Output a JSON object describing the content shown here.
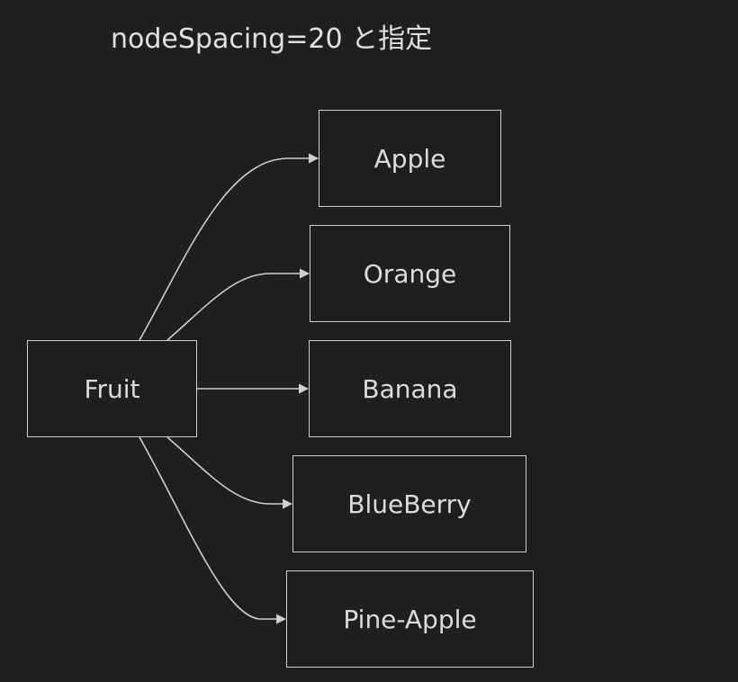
{
  "title": "nodeSpacing=20 と指定",
  "colors": {
    "background": "#1f1f1f",
    "stroke": "#cfcfcf",
    "text": "#dcdcdc"
  },
  "nodes": {
    "fruit": "Fruit",
    "apple": "Apple",
    "orange": "Orange",
    "banana": "Banana",
    "blueberry": "BlueBerry",
    "pineapple": "Pine-Apple"
  },
  "edges": [
    {
      "from": "Fruit",
      "to": "Apple"
    },
    {
      "from": "Fruit",
      "to": "Orange"
    },
    {
      "from": "Fruit",
      "to": "Banana"
    },
    {
      "from": "Fruit",
      "to": "BlueBerry"
    },
    {
      "from": "Fruit",
      "to": "Pine-Apple"
    }
  ]
}
